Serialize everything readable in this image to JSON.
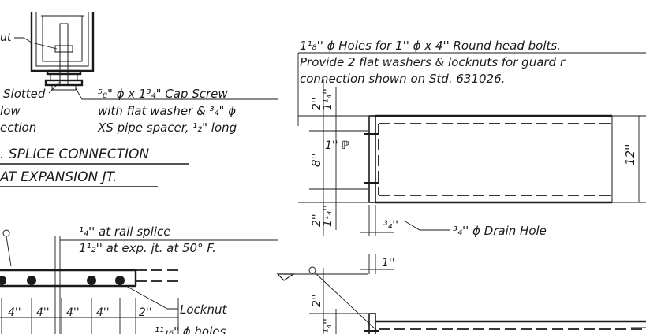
{
  "upper_left": {
    "nut_label": "ut",
    "slotted_label": "Slotted",
    "slotted_line2": "low",
    "slotted_line3": "ection",
    "cap_screw_line1": "⁵₈\" ϕ x 1³₄\" Cap Screw",
    "cap_screw_line2": "with flat washer & ³₄\" ϕ",
    "cap_screw_line3": "XS pipe spacer, ¹₂\" long",
    "title_line1": ". SPLICE CONNECTION",
    "title_line2": "AT EXPANSION JT."
  },
  "lower_left": {
    "splice_note_line1": "¹₄'' at rail splice",
    "splice_note_line2": "1¹₂'' at exp. jt. at 50° F.",
    "locknut_label": "Locknut",
    "spacing_labels": [
      "4''",
      "4''",
      "4''",
      "4''",
      "2''"
    ],
    "holes_label": "¹¹₁₆\" ϕ holes"
  },
  "right": {
    "note_line1": "1¹₈'' ϕ Holes for 1'' ϕ x 4'' Round head bolts.",
    "note_line2": "Provide 2 flat washers & locknuts for guard r",
    "note_line3": "connection shown on Std. 631026.",
    "dim_top_2": "2''",
    "dim_top_1_4": "1¹₄''",
    "dim_8": "8''",
    "dim_1_pl": "1'' ℙ",
    "dim_12": "12''",
    "dim_bot_2": "2''",
    "dim_bot_1_4": "1¹₄''",
    "dim_3_4": "³₄''",
    "drain_hole_label": "³₄'' ϕ Drain Hole",
    "dim_1": "1''",
    "dim_lower_2": "2''",
    "dim_lower_1_4": "1¹₄''"
  }
}
